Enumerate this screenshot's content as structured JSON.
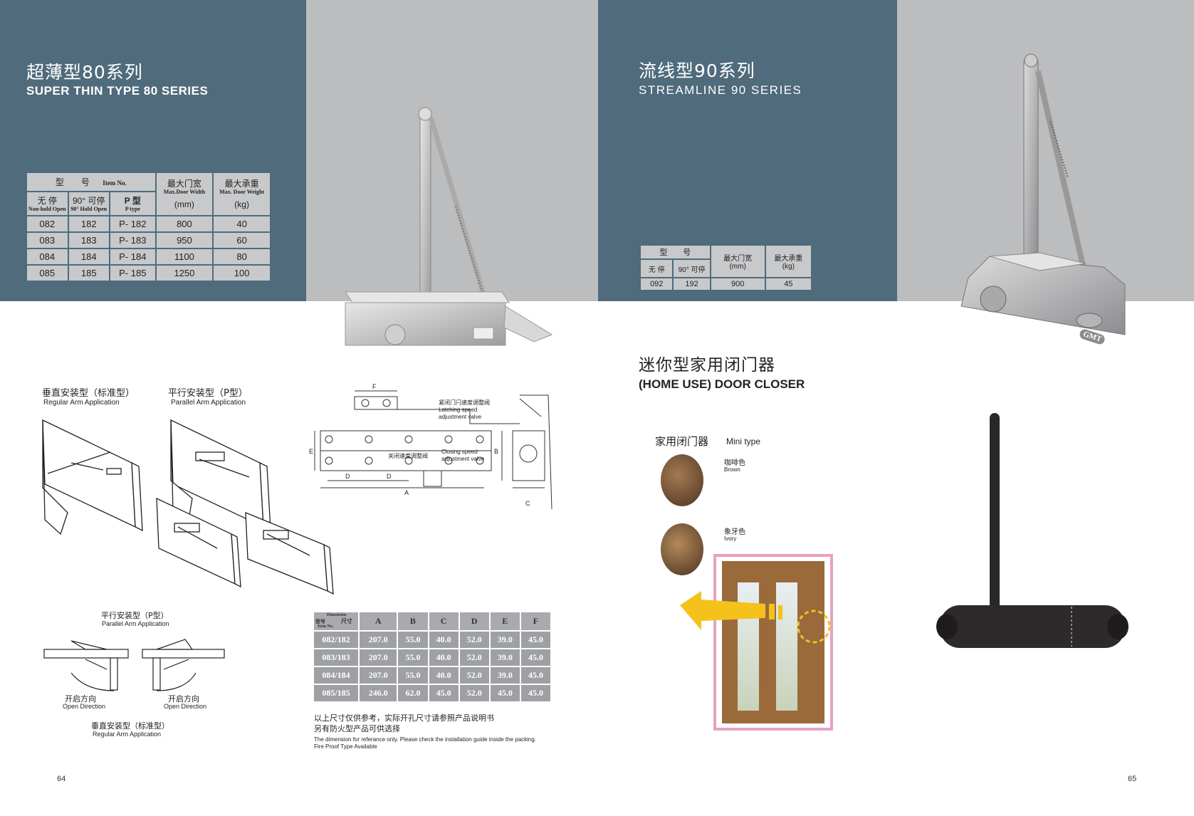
{
  "left": {
    "title_cn": "超薄型80系列",
    "title_en": "SUPER THIN TYPE 80 SERIES",
    "table": {
      "h_item_cn": "型　　号",
      "h_item_en": "Item No.",
      "h_width_cn": "最大门宽",
      "h_width_en": "Max.Door Width",
      "h_width_unit": "(mm)",
      "h_weight_cn": "最大承重",
      "h_weight_en": "Max. Door Weight",
      "h_weight_unit": "(kg)",
      "h_nonhold_cn": "无 停",
      "h_nonhold_en": "Non-hold Open",
      "h_hold_cn": "90° 可停",
      "h_hold_en": "90° Hold Open",
      "h_p_cn": "P 型",
      "h_p_en": "P type",
      "rows": [
        [
          "082",
          "182",
          "P- 182",
          "800",
          "40"
        ],
        [
          "083",
          "183",
          "P- 183",
          "950",
          "60"
        ],
        [
          "084",
          "184",
          "P- 184",
          "1100",
          "80"
        ],
        [
          "085",
          "185",
          "P- 185",
          "1250",
          "100"
        ]
      ]
    },
    "install": {
      "regular_cn": "垂直安装型（标准型）",
      "regular_en": "Regular Arm Application",
      "parallel_cn": "平行安装型（P型）",
      "parallel_en": "Parallel Arm Application",
      "parallel2_cn": "平行安装型（P型）",
      "parallel2_en": "Parallel Arm Application",
      "open_cn_1": "开启方向",
      "open_en_1": "Open Direction",
      "open_cn_2": "开启方向",
      "open_en_2": "Open Direction",
      "regular2_cn": "垂直安装型（标准型）",
      "regular2_en": "Regular Arm Application"
    },
    "diagram": {
      "latch_cn": "紧闭门闩速度调整阀",
      "latch_en1": "Latching speed",
      "latch_en2": "adjustment valve",
      "close_cn": "关闭速度调整阀",
      "close_en1": "Closing speed",
      "close_en2": "adjustment valve",
      "dim_f": "F",
      "dim_e": "E",
      "dim_b": "B",
      "dim_d1": "D",
      "dim_d2": "D",
      "dim_a": "A",
      "dim_c": "C"
    },
    "dim_table": {
      "corner_top": "Dimension",
      "corner_cn": "尺寸",
      "corner_left": "型号",
      "corner_bottom": "Item No.",
      "cols": [
        "A",
        "B",
        "C",
        "D",
        "E",
        "F"
      ],
      "rows": [
        {
          "item": "082/182",
          "vals": [
            "207.0",
            "55.0",
            "40.0",
            "52.0",
            "39.0",
            "45.0"
          ]
        },
        {
          "item": "083/183",
          "vals": [
            "207.0",
            "55.0",
            "40.0",
            "52.0",
            "39.0",
            "45.0"
          ]
        },
        {
          "item": "084/184",
          "vals": [
            "207.0",
            "55.0",
            "40.0",
            "52.0",
            "39.0",
            "45.0"
          ]
        },
        {
          "item": "085/185",
          "vals": [
            "246.0",
            "62.0",
            "45.0",
            "52.0",
            "45.0",
            "45.0"
          ]
        }
      ]
    },
    "note_cn1": "以上尺寸仅供参考，实际开孔尺寸请参照产品说明书",
    "note_cn2": "另有防火型产品可供选择",
    "note_en1": "The dimension for referance only. Please check the installation guide inside the packing.",
    "note_en2": "Fire Proof Type Available",
    "page_no": "64"
  },
  "right": {
    "title_cn": "流线型90系列",
    "title_en": "STREAMLINE 90 SERIES",
    "table": {
      "h_item_cn": "型　　号",
      "h_width_cn": "最大门宽",
      "h_width_unit": "(mm)",
      "h_weight_cn": "最大承重",
      "h_weight_unit": "(kg)",
      "h_nonhold_cn": "无 停",
      "h_hold_cn": "90° 可停",
      "row": [
        "092",
        "192",
        "900",
        "45"
      ]
    },
    "mini_title_cn": "迷你型家用闭门器",
    "mini_title_en": "(HOME USE) DOOR CLOSER",
    "mini_label_cn": "家用闭门器",
    "mini_label_en": "Mini type",
    "brown_cn": "咖啡色",
    "brown_en": "Brown",
    "ivory_cn": "象牙色",
    "ivory_en": "Ivory",
    "brand": "GMT",
    "page_no": "65"
  }
}
